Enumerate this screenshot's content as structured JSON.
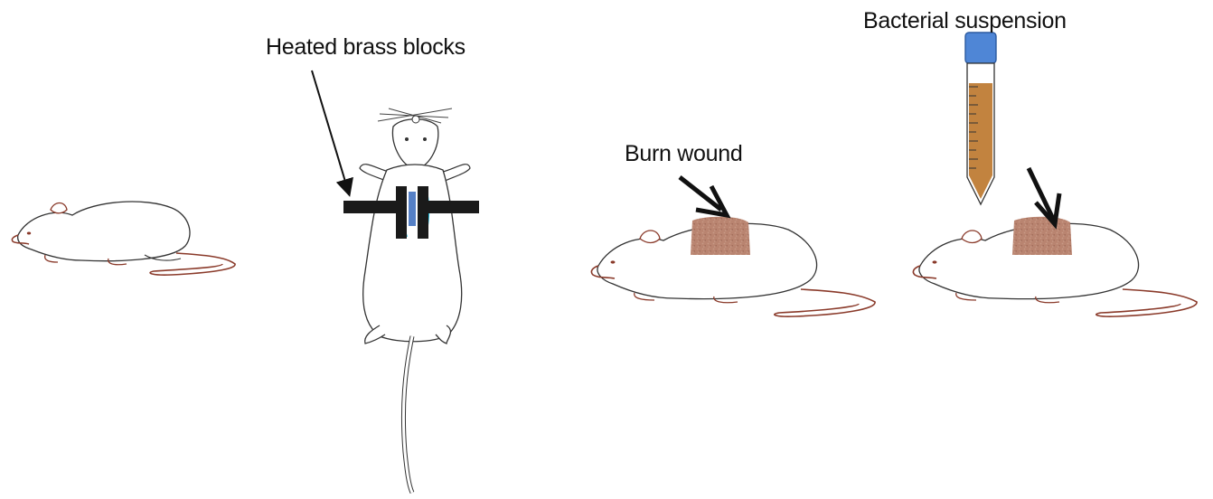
{
  "labels": {
    "heated_brass_blocks": "Heated brass blocks",
    "burn_wound": "Burn wound",
    "bacterial_suspension": "Bacterial suspension"
  },
  "colors": {
    "outline": "#222222",
    "rat_accent": "#8a3a2a",
    "burn_patch": "#b9826e",
    "tube_cap": "#4f86d6",
    "tube_fluid": "#c2833f",
    "brass_block": "#1a1a1a",
    "skin_highlight": "#18b7d8"
  },
  "icons": [
    "rat-illustration",
    "rat-dorsal-illustration",
    "brass-block-clamp",
    "arrow-pointer",
    "tube-icon",
    "burn-patch"
  ]
}
